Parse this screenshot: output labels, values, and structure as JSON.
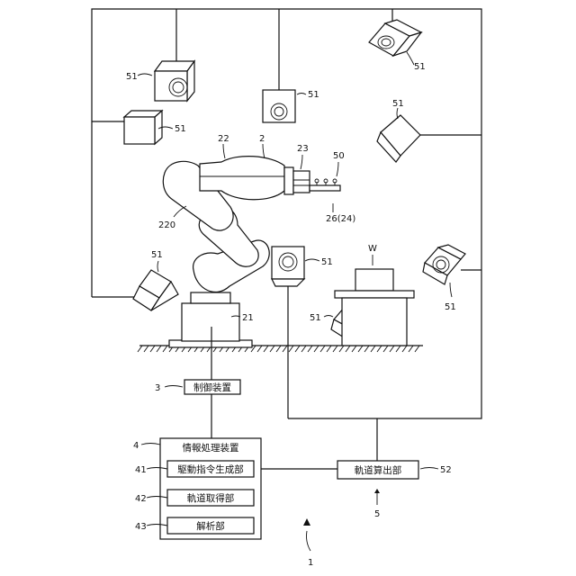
{
  "labels": {
    "camera": "51",
    "robot": "2",
    "base_joint": "21",
    "arm": "22",
    "arm_link": "220",
    "tool_flange": "23",
    "end_effector": "26(24)",
    "gripper": "50",
    "workpiece": "W",
    "controller_num": "3",
    "info_device_num": "4",
    "drive_gen_num": "41",
    "traj_acq_num": "42",
    "analysis_num": "43",
    "traj_calc_num": "52",
    "traj_calc_device_num": "5",
    "system_num": "1"
  },
  "blocks": {
    "controller": "制御装置",
    "info_device": "情報処理装置",
    "drive_gen": "駆動指令生成部",
    "traj_acq": "軌道取得部",
    "analysis": "解析部",
    "traj_calc": "軌道算出部"
  }
}
